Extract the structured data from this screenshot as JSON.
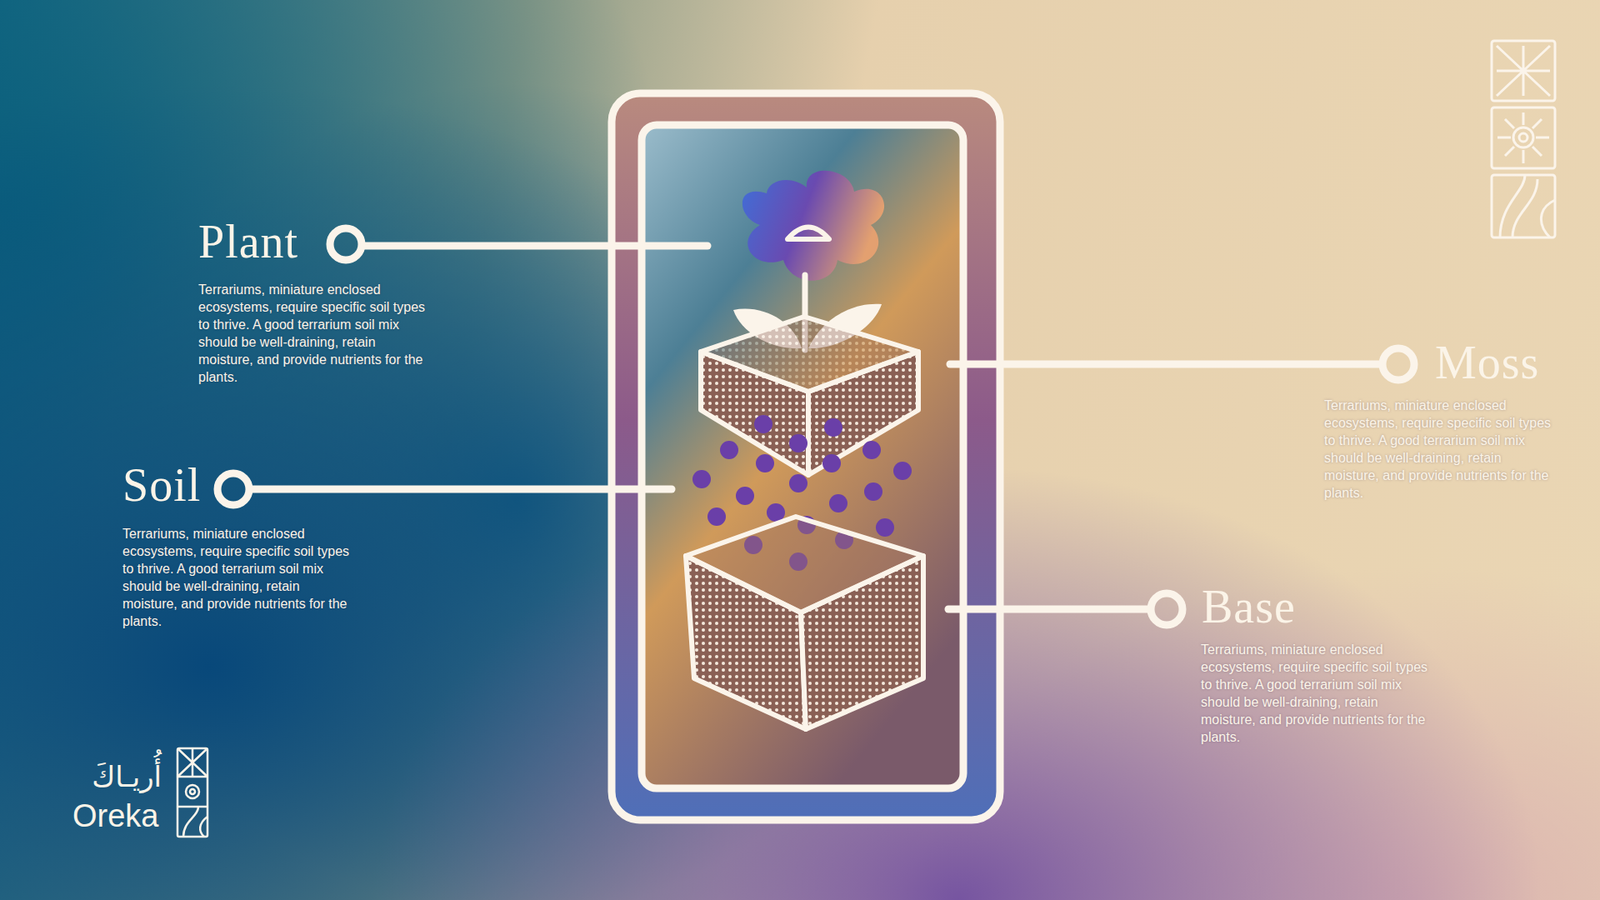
{
  "diagram": {
    "labels": [
      "Plant",
      "Terrariums, miniature enclosed ecosystems, require specific soil types to thrive. A good terrarium soil mix should be well-draining, retain moisture, and provide nutrients for the plants.",
      "Moss",
      "Terrariums, miniature enclosed ecosystems, require specific soil types to thrive. A good terrarium soil mix should be well-draining, retain moisture, and provide nutrients for the plants.",
      "Soil",
      "Terrariums, miniature enclosed ecosystems, require specific soil types to thrive. A good terrarium soil mix should be well-draining, retain moisture, and provide nutrients for the plants.",
      "Base",
      "Terrariums, miniature enclosed ecosystems, require specific soil types to thrive. A good terrarium soil mix should be well-draining, retain moisture, and provide nutrients for the plants.",
      "أُريـاكَ",
      "Oreka"
    ]
  }
}
